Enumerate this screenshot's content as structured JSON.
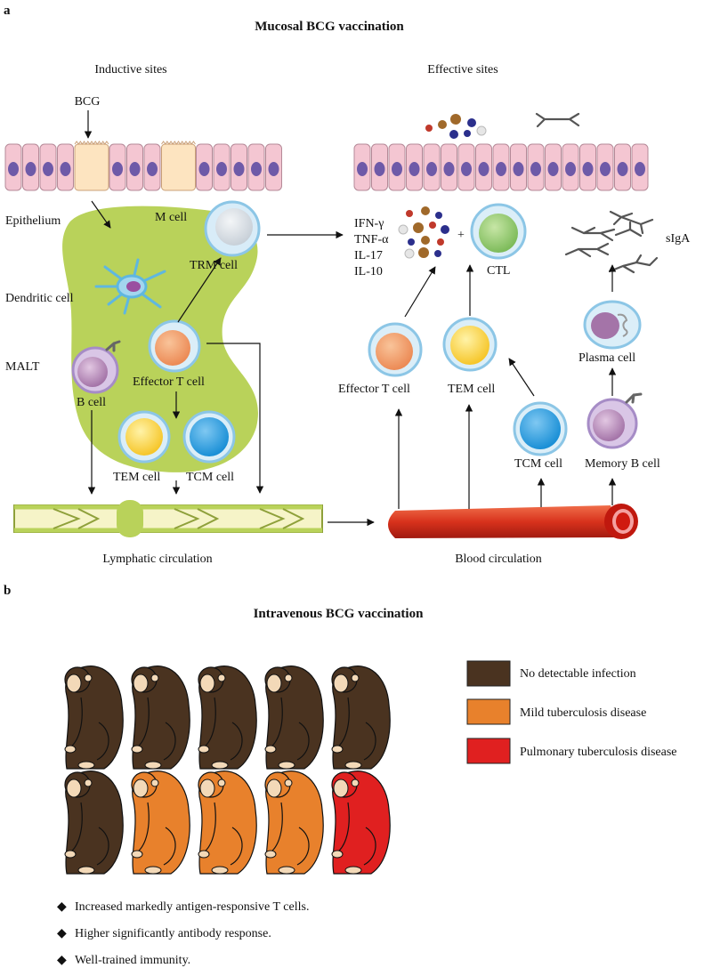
{
  "panel_a": {
    "letter": "a",
    "title": "Mucosal BCG vaccination",
    "inductive_sites": "Inductive sites",
    "effective_sites": "Effective sites",
    "bcg": "BCG",
    "epithelium": "Epithelium",
    "m_cell": "M cell",
    "trm_cell": "TRM cell",
    "dendritic_cell": "Dendritic cell",
    "malt": "MALT",
    "b_cell": "B cell",
    "effector_t_cell_left": "Effector T cell",
    "tem_cell_left": "TEM cell",
    "tcm_cell_left": "TCM cell",
    "cytokines": [
      "IFN-γ",
      "TNF-α",
      "IL-17",
      "IL-10"
    ],
    "plus": "+",
    "ctl": "CTL",
    "sIgA": "sIgA",
    "plasma_cell": "Plasma cell",
    "effector_t_cell_right": "Effector T cell",
    "tem_cell_right": "TEM cell",
    "tcm_cell_right": "TCM cell",
    "memory_b_cell": "Memory B cell",
    "lymphatic_circulation": "Lymphatic circulation",
    "blood_circulation": "Blood circulation"
  },
  "panel_b": {
    "letter": "b",
    "title": "Intravenous BCG vaccination",
    "colors": {
      "none": "#4a3320",
      "mild": "#e8812c",
      "pulmonary": "#e02020"
    },
    "rows": [
      [
        "none",
        "none",
        "none",
        "none",
        "none"
      ],
      [
        "none",
        "mild",
        "mild",
        "mild",
        "pulmonary"
      ]
    ],
    "legend": [
      {
        "key": "none",
        "label": "No detectable infection"
      },
      {
        "key": "mild",
        "label": "Mild tuberculosis disease"
      },
      {
        "key": "pulmonary",
        "label": "Pulmonary tuberculosis disease"
      }
    ],
    "bullets": [
      "Increased markedly antigen-responsive  T cells.",
      "Higher significantly antibody response.",
      "Well-trained immunity."
    ]
  }
}
